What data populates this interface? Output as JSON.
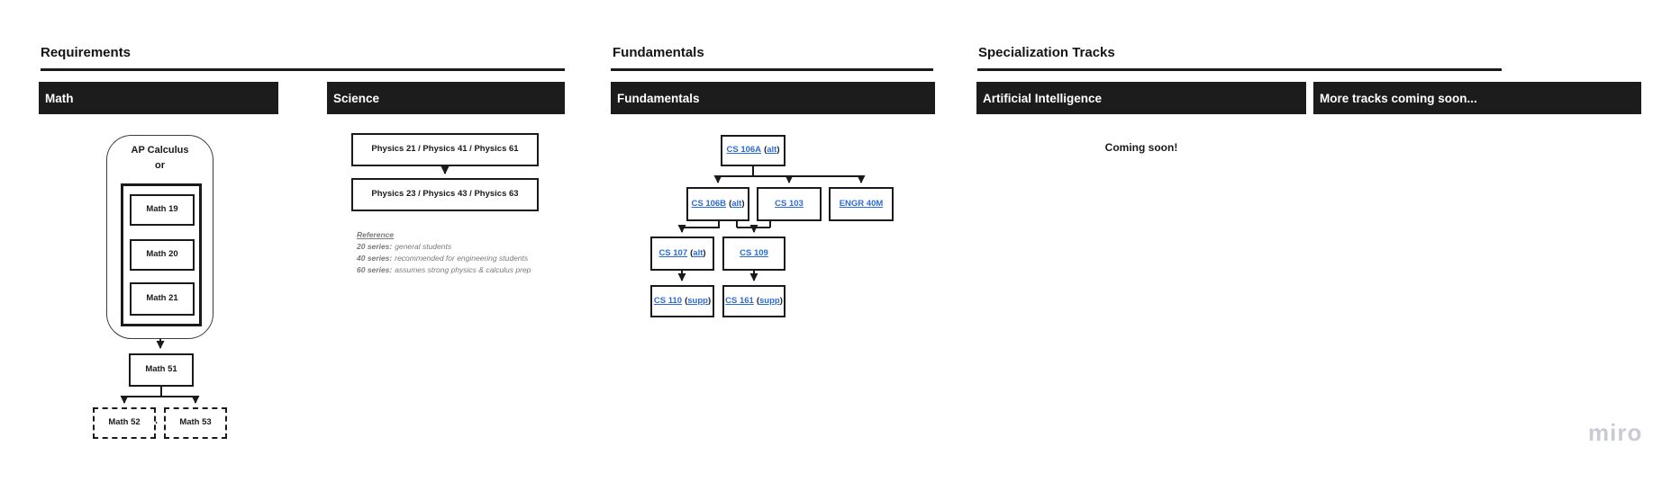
{
  "requirements": {
    "title": "Requirements",
    "math": {
      "header": "Math",
      "ap_calculus": "AP Calculus",
      "or_label": "or",
      "seq": [
        "Math 19",
        "Math 20",
        "Math 21"
      ],
      "math51": "Math 51",
      "math52": "Math 52",
      "math53": "Math 53"
    },
    "science": {
      "header": "Science",
      "physics_box_1": "Physics 21 / Physics 41 / Physics 61",
      "physics_box_2": "Physics 23 / Physics 43 / Physics 63",
      "reference": {
        "title": "Reference",
        "lines": [
          {
            "label": "20 series:",
            "text": "general students"
          },
          {
            "label": "40 series:",
            "text": "recommended for engineering students"
          },
          {
            "label": "60 series:",
            "text": "assumes strong physics & calculus prep"
          }
        ]
      }
    }
  },
  "fundamentals": {
    "title": "Fundamentals",
    "header": "Fundamentals",
    "courses": {
      "cs106a": {
        "link": "CS 106A",
        "open": "(",
        "suffix": "alt",
        "close": ")"
      },
      "cs106b": {
        "link": "CS 106B",
        "open": "(",
        "suffix": "alt",
        "close": ")"
      },
      "cs103": {
        "link": "CS 103"
      },
      "engr40m": {
        "link": "ENGR 40M"
      },
      "cs107": {
        "link": "CS 107",
        "open": "(",
        "suffix": "alt",
        "close": ")"
      },
      "cs109": {
        "link": "CS 109"
      },
      "cs110": {
        "link": "CS 110",
        "open": "(",
        "suffix": "supp",
        "close": ")"
      },
      "cs161": {
        "link": "CS 161",
        "open": "(",
        "suffix": "supp",
        "close": ")"
      }
    }
  },
  "specialization": {
    "title": "Specialization Tracks",
    "ai_header": "Artificial Intelligence",
    "ai_body": "Coming soon!",
    "more_header": "More tracks coming soon..."
  },
  "watermark": "miro",
  "colors": {
    "link_blue": "#2b6cd9",
    "bar_black": "#1c1c1c",
    "line_black": "#1a1a1a",
    "reference_gray": "#7a7a7a",
    "watermark_gray": "#c9cad5"
  }
}
